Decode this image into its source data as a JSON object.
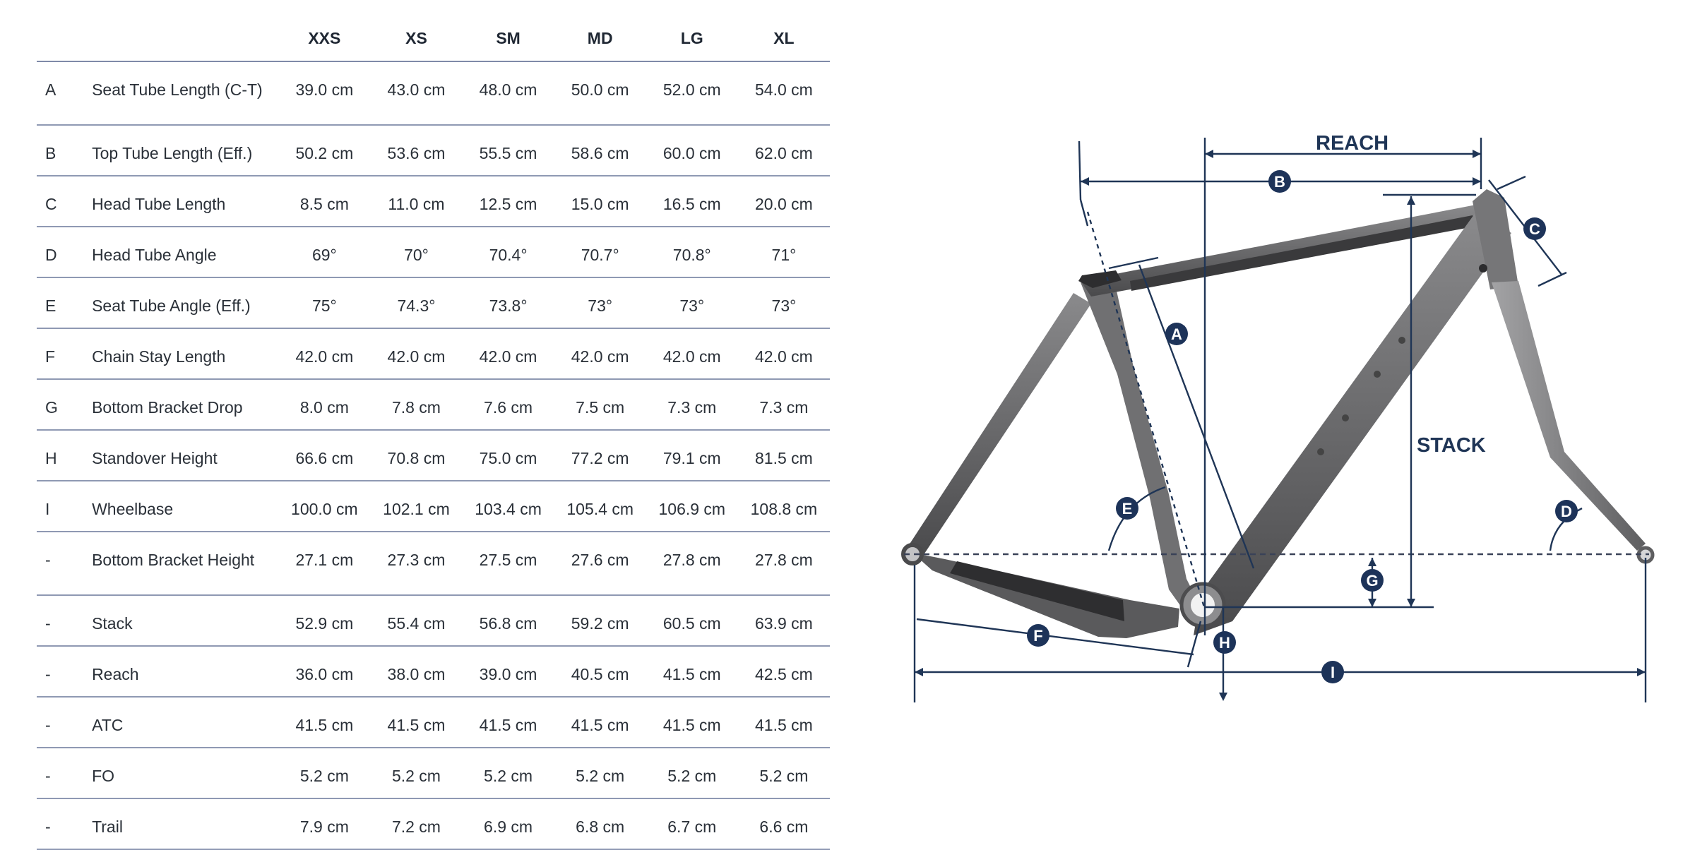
{
  "table": {
    "columns": [
      "",
      "",
      "XXS",
      "XS",
      "SM",
      "MD",
      "LG",
      "XL"
    ],
    "rows": [
      {
        "letter": "A",
        "name": "Seat Tube Length (C-T)",
        "values": [
          "39.0 cm",
          "43.0 cm",
          "48.0 cm",
          "50.0 cm",
          "52.0 cm",
          "54.0 cm"
        ]
      },
      {
        "letter": "B",
        "name": "Top Tube Length (Eff.)",
        "values": [
          "50.2 cm",
          "53.6 cm",
          "55.5 cm",
          "58.6 cm",
          "60.0 cm",
          "62.0 cm"
        ]
      },
      {
        "letter": "C",
        "name": "Head Tube Length",
        "values": [
          "8.5 cm",
          "11.0 cm",
          "12.5 cm",
          "15.0 cm",
          "16.5 cm",
          "20.0 cm"
        ]
      },
      {
        "letter": "D",
        "name": "Head Tube Angle",
        "values": [
          "69°",
          "70°",
          "70.4°",
          "70.7°",
          "70.8°",
          "71°"
        ]
      },
      {
        "letter": "E",
        "name": "Seat Tube Angle (Eff.)",
        "values": [
          "75°",
          "74.3°",
          "73.8°",
          "73°",
          "73°",
          "73°"
        ]
      },
      {
        "letter": "F",
        "name": "Chain Stay Length",
        "values": [
          "42.0 cm",
          "42.0 cm",
          "42.0 cm",
          "42.0 cm",
          "42.0 cm",
          "42.0 cm"
        ]
      },
      {
        "letter": "G",
        "name": "Bottom Bracket Drop",
        "values": [
          "8.0 cm",
          "7.8 cm",
          "7.6 cm",
          "7.5 cm",
          "7.3 cm",
          "7.3 cm"
        ]
      },
      {
        "letter": "H",
        "name": "Standover Height",
        "values": [
          "66.6 cm",
          "70.8 cm",
          "75.0 cm",
          "77.2 cm",
          "79.1 cm",
          "81.5 cm"
        ]
      },
      {
        "letter": "I",
        "name": "Wheelbase",
        "values": [
          "100.0 cm",
          "102.1 cm",
          "103.4 cm",
          "105.4 cm",
          "106.9 cm",
          "108.8 cm"
        ]
      },
      {
        "letter": "-",
        "name": "Bottom Bracket Height",
        "values": [
          "27.1 cm",
          "27.3 cm",
          "27.5 cm",
          "27.6 cm",
          "27.8 cm",
          "27.8 cm"
        ]
      },
      {
        "letter": "-",
        "name": "Stack",
        "values": [
          "52.9 cm",
          "55.4 cm",
          "56.8 cm",
          "59.2 cm",
          "60.5 cm",
          "63.9 cm"
        ]
      },
      {
        "letter": "-",
        "name": "Reach",
        "values": [
          "36.0 cm",
          "38.0 cm",
          "39.0 cm",
          "40.5 cm",
          "41.5 cm",
          "42.5 cm"
        ]
      },
      {
        "letter": "-",
        "name": "ATC",
        "values": [
          "41.5 cm",
          "41.5 cm",
          "41.5 cm",
          "41.5 cm",
          "41.5 cm",
          "41.5 cm"
        ]
      },
      {
        "letter": "-",
        "name": "FO",
        "values": [
          "5.2 cm",
          "5.2 cm",
          "5.2 cm",
          "5.2 cm",
          "5.2 cm",
          "5.2 cm"
        ]
      },
      {
        "letter": "-",
        "name": "Trail",
        "values": [
          "7.9 cm",
          "7.2 cm",
          "6.9 cm",
          "6.8 cm",
          "6.7 cm",
          "6.6 cm"
        ]
      }
    ]
  },
  "diagram": {
    "labels": {
      "reach": "REACH",
      "stack": "STACK"
    },
    "markers": [
      "A",
      "B",
      "C",
      "D",
      "E",
      "F",
      "G",
      "H",
      "I"
    ],
    "colors": {
      "marker": "#1d3359",
      "dimension_line": "#1f3556",
      "frame": "#6e6e70",
      "frame_dark": "#3a3a3c"
    }
  }
}
